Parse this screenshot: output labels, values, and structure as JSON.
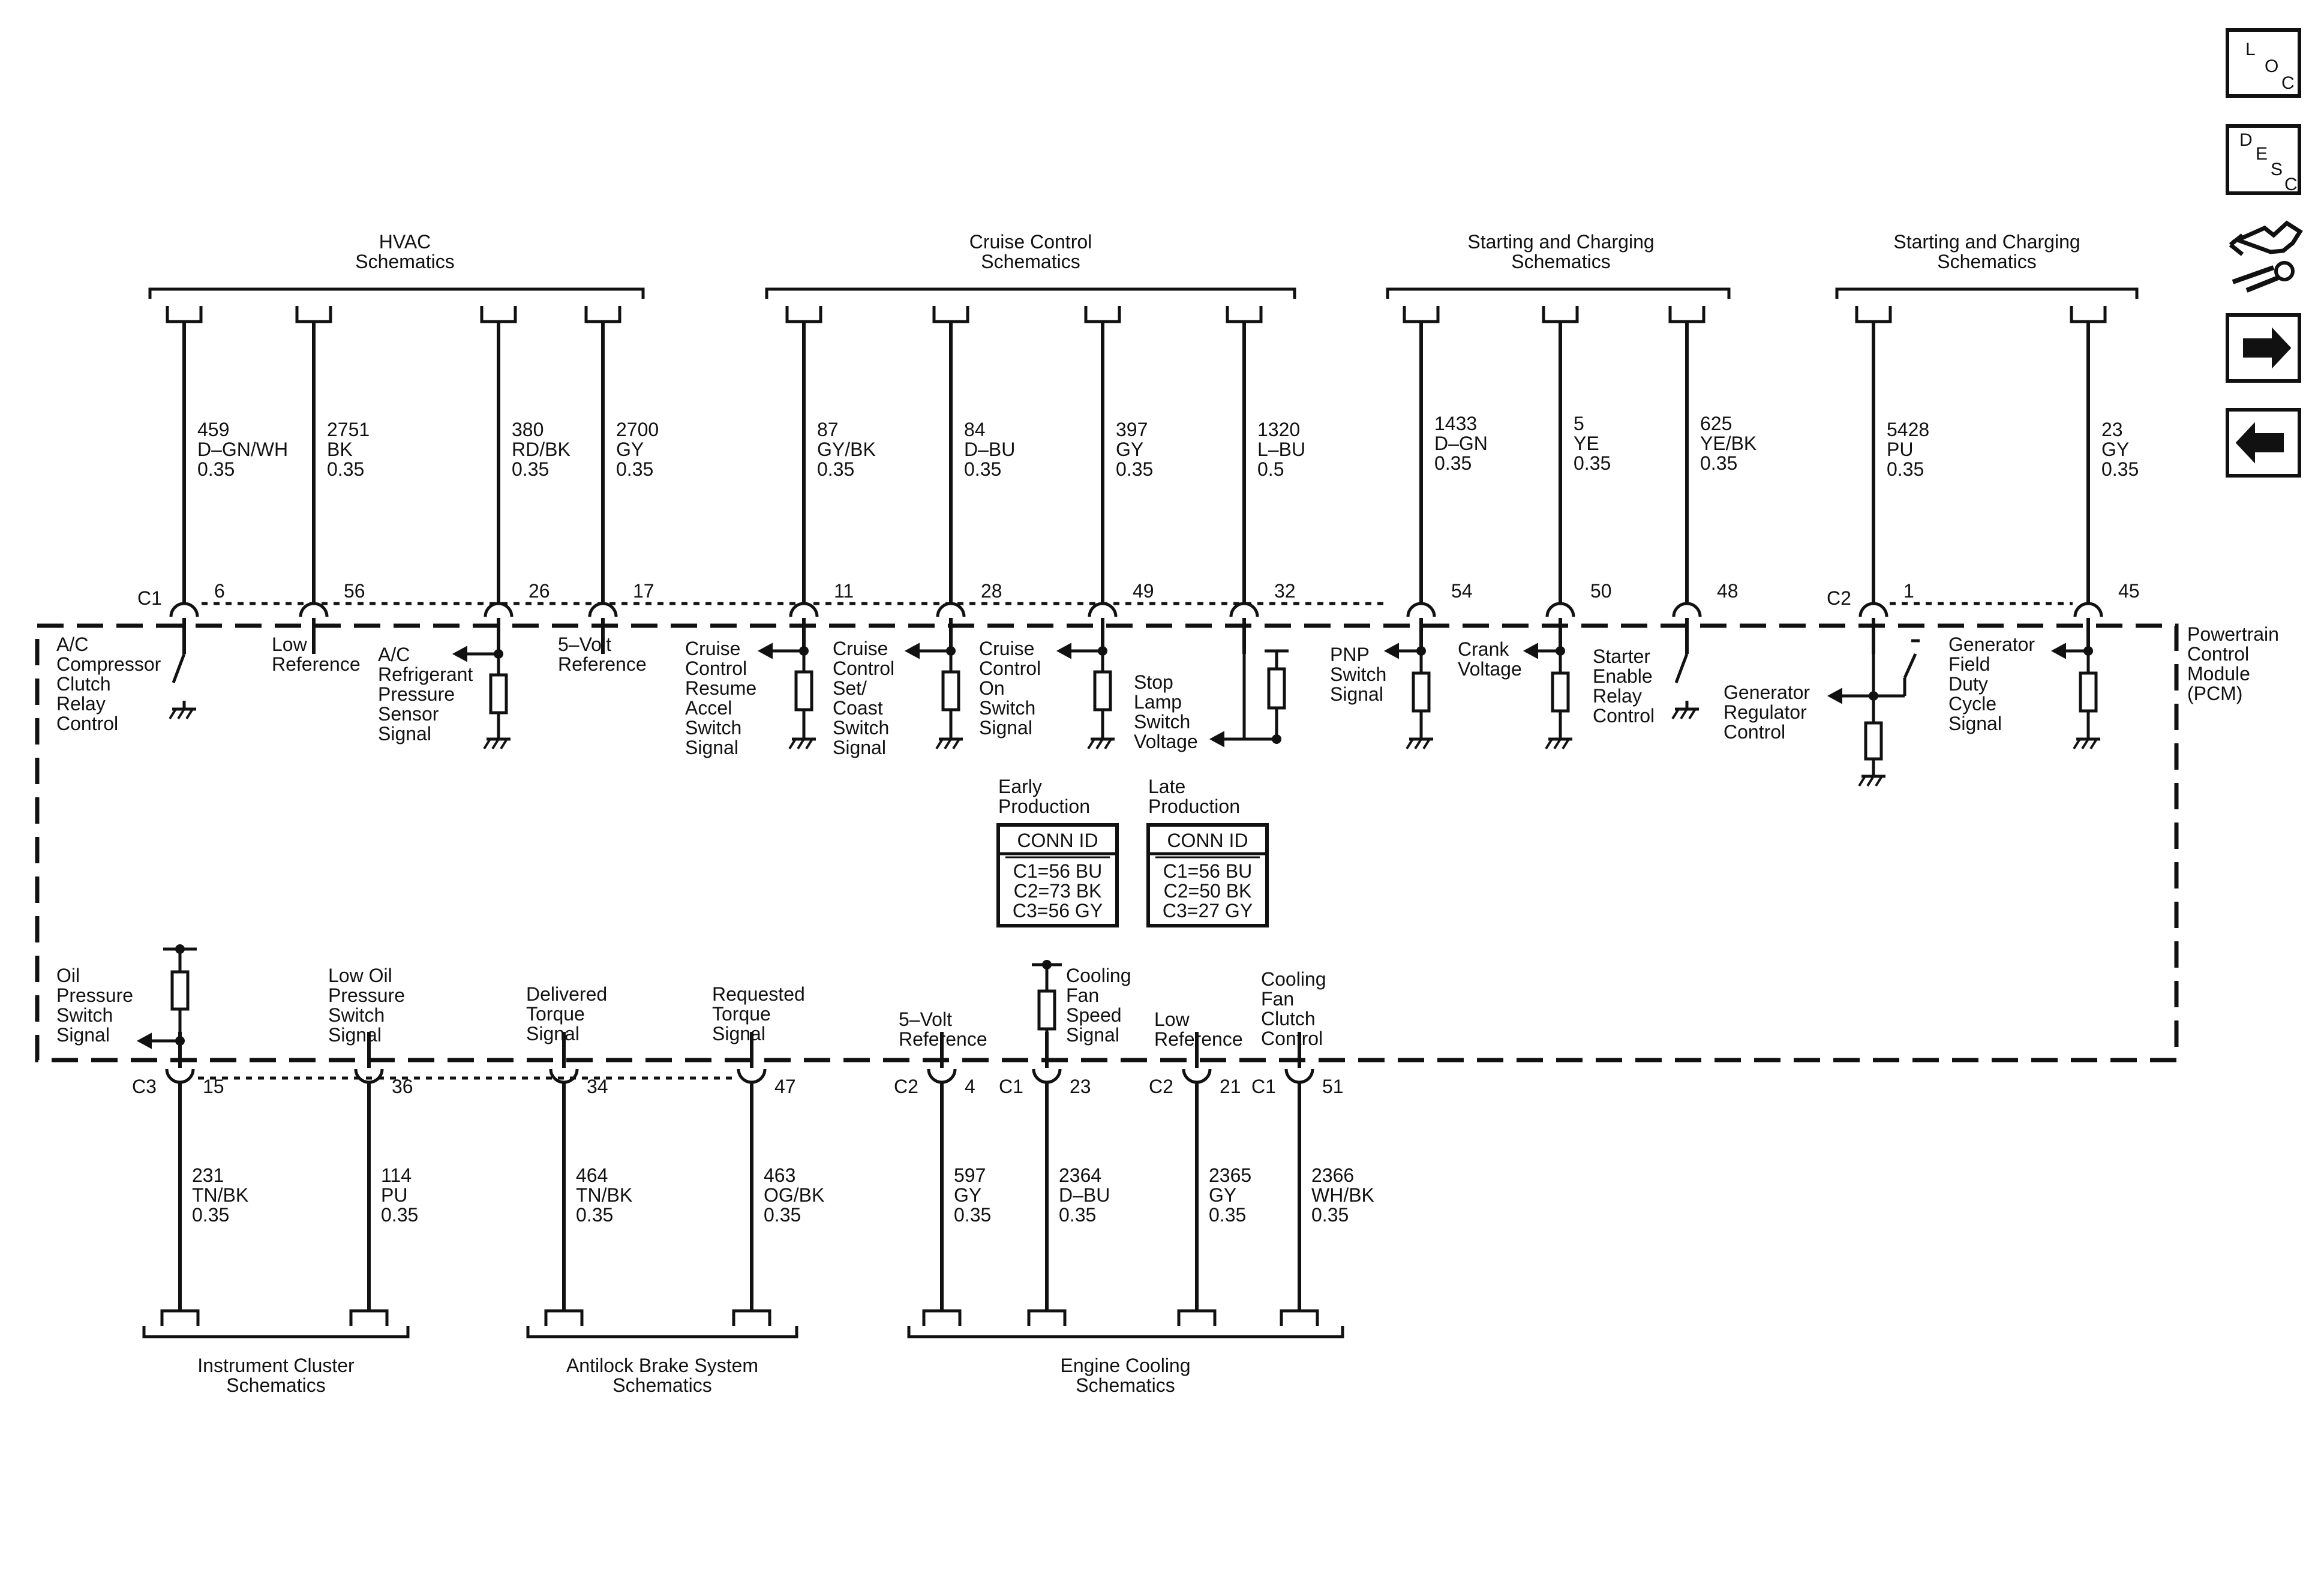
{
  "colors": {
    "line": "#111111",
    "background": "#ffffff"
  },
  "nav": {
    "loc": [
      "L",
      "O",
      "C"
    ],
    "desc": [
      "D",
      "E",
      "S",
      "C"
    ],
    "icons": [
      "loc-icon",
      "desc-icon",
      "connector-tool-icon",
      "arrow-right-icon",
      "arrow-left-icon"
    ]
  },
  "module": {
    "label": [
      "Powertrain",
      "Control",
      "Module",
      "(PCM)"
    ]
  },
  "top_groups": [
    {
      "title": [
        "HVAC",
        "Schematics"
      ]
    },
    {
      "title": [
        "Cruise Control",
        "Schematics"
      ]
    },
    {
      "title": [
        "Starting and Charging",
        "Schematics"
      ]
    },
    {
      "title": [
        "Starting and Charging",
        "Schematics"
      ]
    }
  ],
  "bottom_groups": [
    {
      "title": [
        "Instrument Cluster",
        "Schematics"
      ]
    },
    {
      "title": [
        "Antilock Brake System",
        "Schematics"
      ]
    },
    {
      "title": [
        "Engine Cooling",
        "Schematics"
      ]
    }
  ],
  "top_wires": [
    {
      "circuit": "459",
      "color": "D–GN/WH",
      "gauge": "0.35",
      "connector": "C1",
      "pin": "6",
      "signal": [
        "A/C",
        "Compressor",
        "Clutch",
        "Relay",
        "Control"
      ]
    },
    {
      "circuit": "2751",
      "color": "BK",
      "gauge": "0.35",
      "pin": "56",
      "signal": [
        "Low",
        "Reference"
      ]
    },
    {
      "circuit": "380",
      "color": "RD/BK",
      "gauge": "0.35",
      "pin": "26",
      "signal": [
        "A/C",
        "Refrigerant",
        "Pressure",
        "Sensor",
        "Signal"
      ]
    },
    {
      "circuit": "2700",
      "color": "GY",
      "gauge": "0.35",
      "pin": "17",
      "signal": [
        "5–Volt",
        "Reference"
      ]
    },
    {
      "circuit": "87",
      "color": "GY/BK",
      "gauge": "0.35",
      "pin": "11",
      "signal": [
        "Cruise",
        "Control",
        "Resume",
        "Accel",
        "Switch",
        "Signal"
      ]
    },
    {
      "circuit": "84",
      "color": "D–BU",
      "gauge": "0.35",
      "pin": "28",
      "signal": [
        "Cruise",
        "Control",
        "Set/",
        "Coast",
        "Switch",
        "Signal"
      ]
    },
    {
      "circuit": "397",
      "color": "GY",
      "gauge": "0.35",
      "pin": "49",
      "signal": [
        "Cruise",
        "Control",
        "On",
        "Switch",
        "Signal"
      ]
    },
    {
      "circuit": "1320",
      "color": "L–BU",
      "gauge": "0.5",
      "pin": "32",
      "signal": [
        "Stop",
        "Lamp",
        "Switch",
        "Voltage"
      ]
    },
    {
      "circuit": "1433",
      "color": "D–GN",
      "gauge": "0.35",
      "pin": "54",
      "signal": [
        "PNP",
        "Switch",
        "Signal"
      ]
    },
    {
      "circuit": "5",
      "color": "YE",
      "gauge": "0.35",
      "pin": "50",
      "signal": [
        "Crank",
        "Voltage"
      ]
    },
    {
      "circuit": "625",
      "color": "YE/BK",
      "gauge": "0.35",
      "pin": "48",
      "signal": [
        "Starter",
        "Enable",
        "Relay",
        "Control"
      ]
    },
    {
      "circuit": "5428",
      "color": "PU",
      "gauge": "0.35",
      "connector": "C2",
      "pin": "1",
      "signal": [
        "Generator",
        "Regulator",
        "Control"
      ]
    },
    {
      "circuit": "23",
      "color": "GY",
      "gauge": "0.35",
      "pin": "45",
      "signal": [
        "Generator",
        "Field",
        "Duty",
        "Cycle",
        "Signal"
      ]
    }
  ],
  "bottom_wires": [
    {
      "circuit": "231",
      "color": "TN/BK",
      "gauge": "0.35",
      "connector": "C3",
      "pin": "15",
      "signal": [
        "Oil",
        "Pressure",
        "Switch",
        "Signal"
      ]
    },
    {
      "circuit": "114",
      "color": "PU",
      "gauge": "0.35",
      "pin": "36",
      "signal": [
        "Low Oil",
        "Pressure",
        "Switch",
        "Signal"
      ]
    },
    {
      "circuit": "464",
      "color": "TN/BK",
      "gauge": "0.35",
      "pin": "34",
      "signal": [
        "Delivered",
        "Torque",
        "Signal"
      ]
    },
    {
      "circuit": "463",
      "color": "OG/BK",
      "gauge": "0.35",
      "pin": "47",
      "signal": [
        "Requested",
        "Torque",
        "Signal"
      ]
    },
    {
      "circuit": "597",
      "color": "GY",
      "gauge": "0.35",
      "connector": "C2",
      "pin": "4",
      "signal": [
        "5–Volt",
        "Reference"
      ]
    },
    {
      "circuit": "2364",
      "color": "D–BU",
      "gauge": "0.35",
      "connector": "C1",
      "pin": "23",
      "signal": [
        "Cooling",
        "Fan",
        "Speed",
        "Signal"
      ]
    },
    {
      "circuit": "2365",
      "color": "GY",
      "gauge": "0.35",
      "connector": "C2",
      "pin": "21",
      "signal": [
        "Low",
        "Reference"
      ]
    },
    {
      "circuit": "2366",
      "color": "WH/BK",
      "gauge": "0.35",
      "connector": "C1",
      "pin": "51",
      "signal": [
        "Cooling",
        "Fan",
        "Clutch",
        "Control"
      ]
    }
  ],
  "conn_tables": [
    {
      "heading": [
        "Early",
        "Production"
      ],
      "title": "CONN ID",
      "rows": [
        "C1=56 BU",
        "C2=73 BK",
        "C3=56 GY"
      ]
    },
    {
      "heading": [
        "Late",
        "Production"
      ],
      "title": "CONN ID",
      "rows": [
        "C1=56 BU",
        "C2=50 BK",
        "C3=27 GY"
      ]
    }
  ]
}
